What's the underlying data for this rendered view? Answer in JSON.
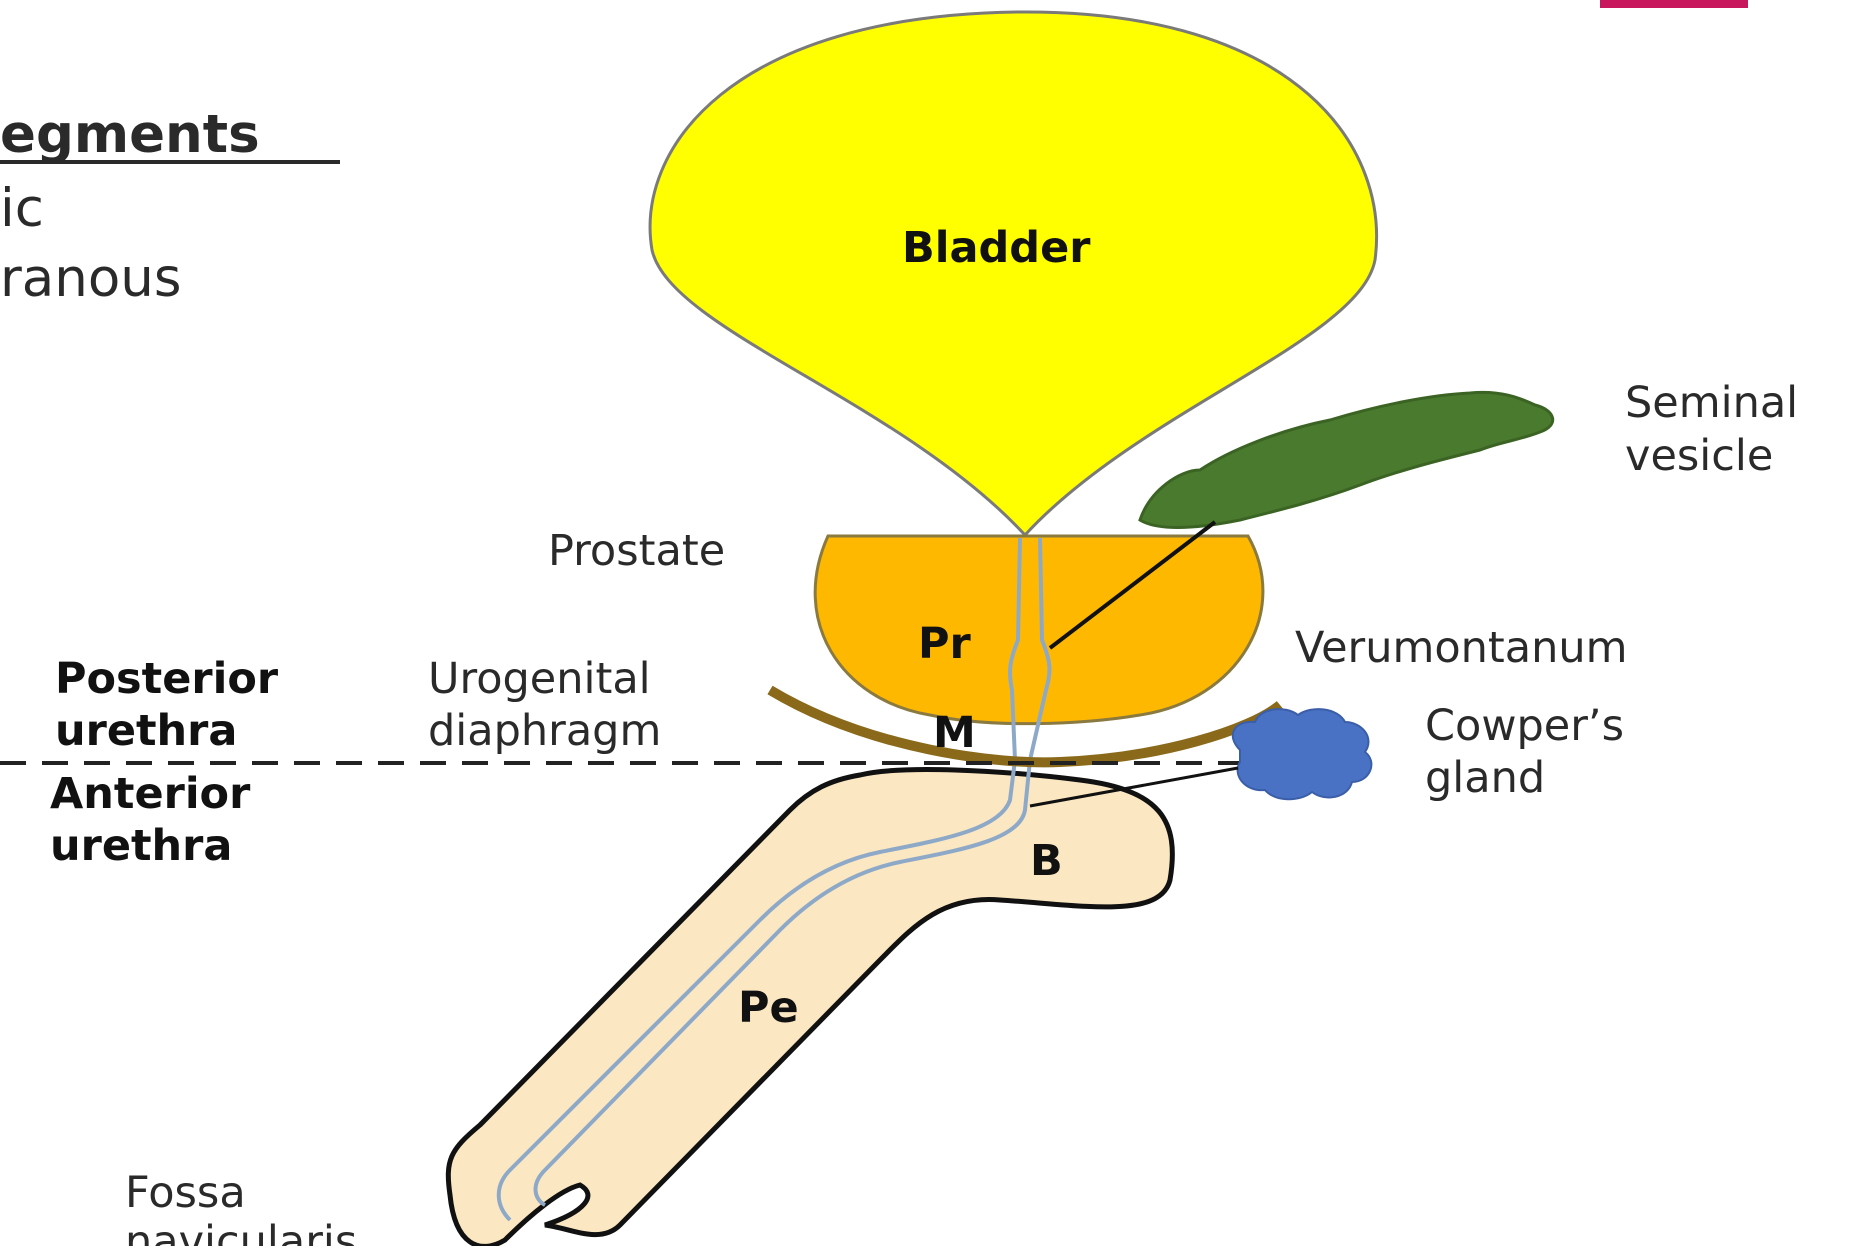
{
  "corner_tab": {
    "color": "#c8175d"
  },
  "segments_list": {
    "heading": "egments",
    "items": [
      "ic",
      "ranous"
    ]
  },
  "colors": {
    "bladder": "#ffff00",
    "prostate": "#ffb800",
    "seminal_vesicle": "#4a7a2e",
    "diaphragm": "#8a6a1a",
    "cowpers_gland": "#4a72c4",
    "penis": "#fbe8c2",
    "urethra_line": "#8ea9c8"
  },
  "labels": {
    "bladder": "Bladder",
    "seminal_vesicle_1": "Seminal",
    "seminal_vesicle_2": "vesicle",
    "prostate": "Prostate",
    "pr": "Pr",
    "verumontanum": "Verumontanum",
    "urogenital_1": "Urogenital",
    "urogenital_2": "diaphragm",
    "m": "M",
    "posterior_1": "Posterior",
    "posterior_2": "urethra",
    "anterior_1": "Anterior",
    "anterior_2": "urethra",
    "cowpers_1": "Cowper’s",
    "cowpers_2": "gland",
    "b": "B",
    "pe": "Pe",
    "fossa_1": "Fossa",
    "fossa_2": "navicularis"
  }
}
